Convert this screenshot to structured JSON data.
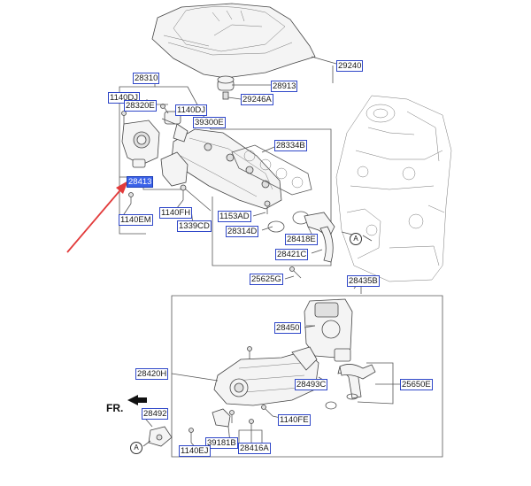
{
  "orientation_label": "FR.",
  "circle_marker": "A",
  "highlighted_part": "28413",
  "part_labels": [
    {
      "id": "29240",
      "text": "29240"
    },
    {
      "id": "28913",
      "text": "28913"
    },
    {
      "id": "29246A",
      "text": "29246A"
    },
    {
      "id": "28310",
      "text": "28310"
    },
    {
      "id": "1140DJ-a",
      "text": "1140DJ"
    },
    {
      "id": "28320E",
      "text": "28320E"
    },
    {
      "id": "1140DJ-b",
      "text": "1140DJ"
    },
    {
      "id": "39300E",
      "text": "39300E"
    },
    {
      "id": "28334B",
      "text": "28334B"
    },
    {
      "id": "28413",
      "text": "28413"
    },
    {
      "id": "1140FH",
      "text": "1140FH"
    },
    {
      "id": "1140EM",
      "text": "1140EM"
    },
    {
      "id": "1339CD",
      "text": "1339CD"
    },
    {
      "id": "1153AD",
      "text": "1153AD"
    },
    {
      "id": "28314D",
      "text": "28314D"
    },
    {
      "id": "28418E",
      "text": "28418E"
    },
    {
      "id": "28421C",
      "text": "28421C"
    },
    {
      "id": "25625G",
      "text": "25625G"
    },
    {
      "id": "28435B",
      "text": "28435B"
    },
    {
      "id": "28450",
      "text": "28450"
    },
    {
      "id": "28420H",
      "text": "28420H"
    },
    {
      "id": "28493C",
      "text": "28493C"
    },
    {
      "id": "25650E",
      "text": "25650E"
    },
    {
      "id": "28492",
      "text": "28492"
    },
    {
      "id": "1140FE",
      "text": "1140FE"
    },
    {
      "id": "39181B",
      "text": "39181B"
    },
    {
      "id": "1140EJ",
      "text": "1140EJ"
    },
    {
      "id": "28416A",
      "text": "28416A"
    }
  ]
}
